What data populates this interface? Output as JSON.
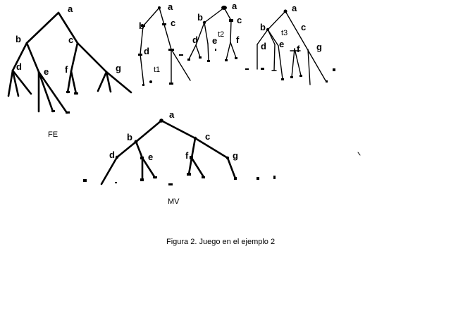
{
  "figure": {
    "caption": "Figura 2. Juego en el ejemplo 2"
  },
  "trees": {
    "fe": {
      "name": "FE",
      "nodes": {
        "a": "a",
        "b": "b",
        "c": "c",
        "d": "d",
        "e": "e",
        "f": "f",
        "g": "g"
      }
    },
    "t1": {
      "name": "t1",
      "nodes": {
        "a": "a",
        "b": "b",
        "c": "c",
        "d": "d"
      }
    },
    "t2": {
      "name": "t2",
      "nodes": {
        "a": "a",
        "b": "b",
        "c": "c",
        "d": "d",
        "e": "e",
        "f": "f"
      }
    },
    "t3": {
      "name": "t3",
      "nodes": {
        "a": "a",
        "b": "b",
        "c": "c",
        "d": "d",
        "e": "e",
        "f": "f",
        "g": "g"
      }
    },
    "mv": {
      "name": "MV",
      "nodes": {
        "a": "a",
        "b": "b",
        "c": "c",
        "d": "d",
        "e": "e",
        "f": "f",
        "g": "g"
      }
    }
  }
}
